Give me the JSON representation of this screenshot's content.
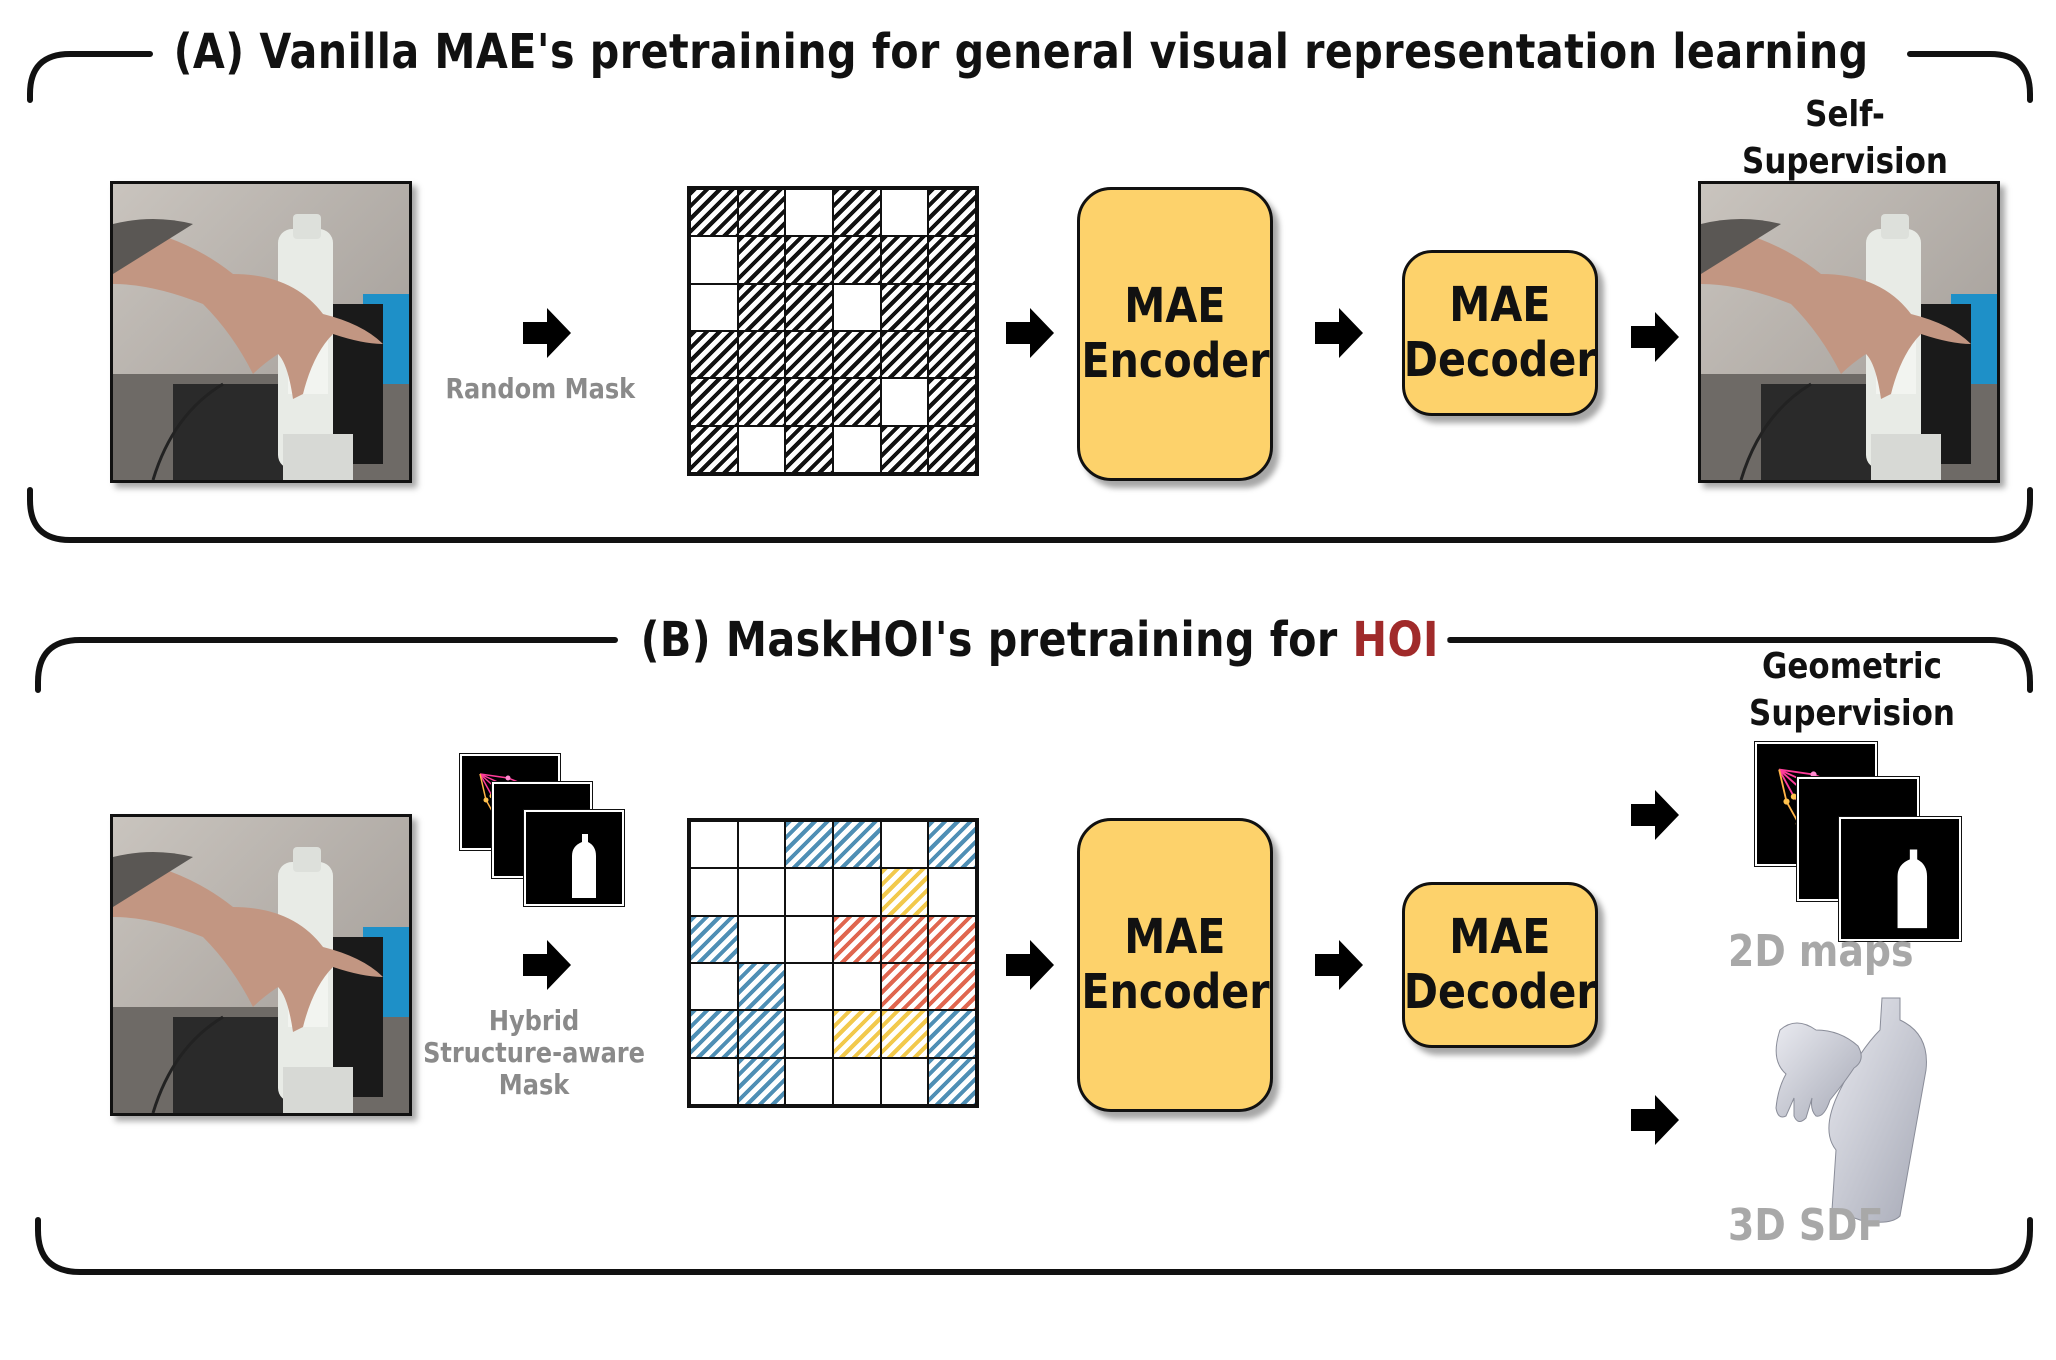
{
  "panel_a": {
    "title": "(A) Vanilla MAE's pretraining for general visual representation learning",
    "mask_caption": "Random Mask",
    "encoder": [
      "MAE",
      "Encoder"
    ],
    "decoder": [
      "MAE",
      "Decoder"
    ],
    "supervision": [
      "Self-",
      "Supervision"
    ],
    "mask_pattern": [
      "HHxHxH",
      "xHHHHH",
      "xHHxHH",
      "HHHHHH",
      "HHHHxH",
      "HxHxHH"
    ]
  },
  "panel_b": {
    "title_prefix": "(B) MaskHOI's pretraining for ",
    "title_highlight": "HOI",
    "mask_caption": [
      "Hybrid",
      "Structure-aware",
      "Mask"
    ],
    "encoder": [
      "MAE",
      "Encoder"
    ],
    "decoder": [
      "MAE",
      "Decoder"
    ],
    "supervision": [
      "Geometric",
      "Supervision"
    ],
    "output_2d": "2D maps",
    "output_3d": "3D SDF",
    "mask_pattern": [
      "xxBBxB",
      "xxxxYx",
      "BxxRRR",
      "xBxxRR",
      "BBxYYB",
      "xBxxxB"
    ]
  },
  "colors": {
    "block_fill": "#fdd26b",
    "hoi": "#a02a2a",
    "hatch_black": "#111111",
    "hatch_blue": "#4f8fb5",
    "hatch_yellow": "#f2c94c",
    "hatch_red": "#e0664f",
    "caption_gray": "#8a8a8a"
  }
}
